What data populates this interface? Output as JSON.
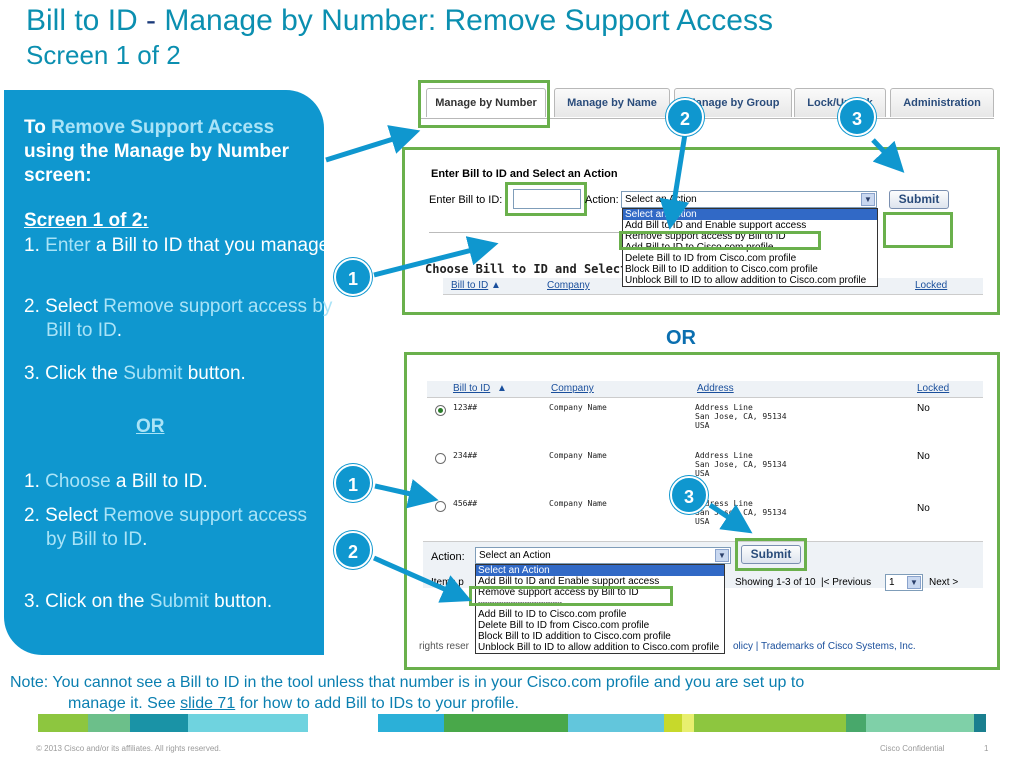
{
  "title": {
    "line1_a": "Bill to ID ",
    "line1_dash": "-",
    "line1_b": " Manage by Number: Remove Support Access",
    "line2": "Screen 1 of 2"
  },
  "panel": {
    "intro_to": "To ",
    "intro_hl": "Remove Support Access",
    "intro_rest": " using the Manage by Number screen:",
    "screen_label": "Screen 1 of 2:",
    "a1_num": "1.",
    "a1_hl": "Enter",
    "a1_rest": " a Bill to ID that you manage.",
    "a2_num": "2.",
    "a2_pre": "Select ",
    "a2_hl": "Remove support access by Bill to ID",
    "a2_post": ".",
    "a3_num": "3.",
    "a3_pre": "Click the ",
    "a3_hl": "Submit",
    "a3_post": " button.",
    "or": "OR",
    "b1_num": "1.",
    "b1_hl": "Choose",
    "b1_rest": " a Bill to ID.",
    "b2_num": "2.",
    "b2_pre": "Select ",
    "b2_hl": "Remove support access by Bill to ID",
    "b2_post": ".",
    "b3_num": "3.",
    "b3_pre": "Click on the ",
    "b3_hl": "Submit",
    "b3_post": " button."
  },
  "tabs": [
    "Manage by Number",
    "Manage by Name",
    "Manage by Group",
    "Lock/Unlock",
    "Administration"
  ],
  "screen1": {
    "heading": "Enter Bill to ID and Select an Action",
    "enter_label": "Enter Bill to ID:",
    "action_label": "Action:",
    "select_value": "Select an Action",
    "submit": "Submit",
    "choose_heading": "Choose Bill to ID and Select an A",
    "col_bill": "Bill to ID",
    "col_company": "Company",
    "col_locked": "Locked",
    "options": [
      "Select an Action",
      "Add Bill to ID and Enable support access",
      "Remove support access by Bill to ID",
      "Add Bill to ID to Cisco.com profile",
      "Delete Bill to ID from Cisco.com profile",
      "Block Bill to ID addition to Cisco.com profile",
      "Unblock Bill to ID to allow addition to Cisco.com profile"
    ]
  },
  "or_mid": "OR",
  "screen2": {
    "col_bill": "Bill to ID",
    "col_company": "Company",
    "col_address": "Address",
    "col_locked": "Locked",
    "rows": [
      {
        "id": "123##",
        "company": "Company Name",
        "address": "Address Line\nSan Jose, CA, 95134\nUSA",
        "locked": "No",
        "selected": true
      },
      {
        "id": "234##",
        "company": "Company Name",
        "address": "Address Line\nSan Jose, CA, 95134\nUSA",
        "locked": "No",
        "selected": false
      },
      {
        "id": "456##",
        "company": "Company Name",
        "address": "Address Line\nSan Jose, CA, 95134\nUSA",
        "locked": "No",
        "selected": false
      }
    ],
    "action_label": "Action:",
    "select_value": "Select an Action",
    "submit": "Submit",
    "items_prefix": "Items p",
    "showing": "Showing 1-3 of 10",
    "previous": "|< Previous",
    "page": "1",
    "next": "Next >",
    "footer_left": "rights reser",
    "footer_right": "olicy | Trademarks of Cisco Systems, Inc.",
    "options": [
      "Select an Action",
      "Add Bill to ID and Enable support access",
      "Remove support access by Bill to ID",
      "------------------------------------",
      "Add Bill to ID to Cisco.com profile",
      "Delete Bill to ID from Cisco.com profile",
      "Block Bill to ID addition to Cisco.com profile",
      "Unblock Bill to ID to allow addition to Cisco.com profile"
    ]
  },
  "callouts": {
    "one": "1",
    "two": "2",
    "three": "3"
  },
  "note": {
    "prefix": "Note:  You cannot see a Bill to ID in the tool unless that number is in your Cisco.com profile and you are set up to",
    "line2_pre": "manage it. See ",
    "link": "slide 71",
    "line2_post": " for how to add Bill to IDs to your profile."
  },
  "footer": {
    "copyright": "© 2013 Cisco and/or its affiliates. All rights reserved.",
    "confidential": "Cisco Confidential",
    "page": "1"
  },
  "colors": {
    "brand_blue": "#0f97cf",
    "highlight_green": "#6ab04c",
    "title_blue": "#0b8fb0"
  }
}
